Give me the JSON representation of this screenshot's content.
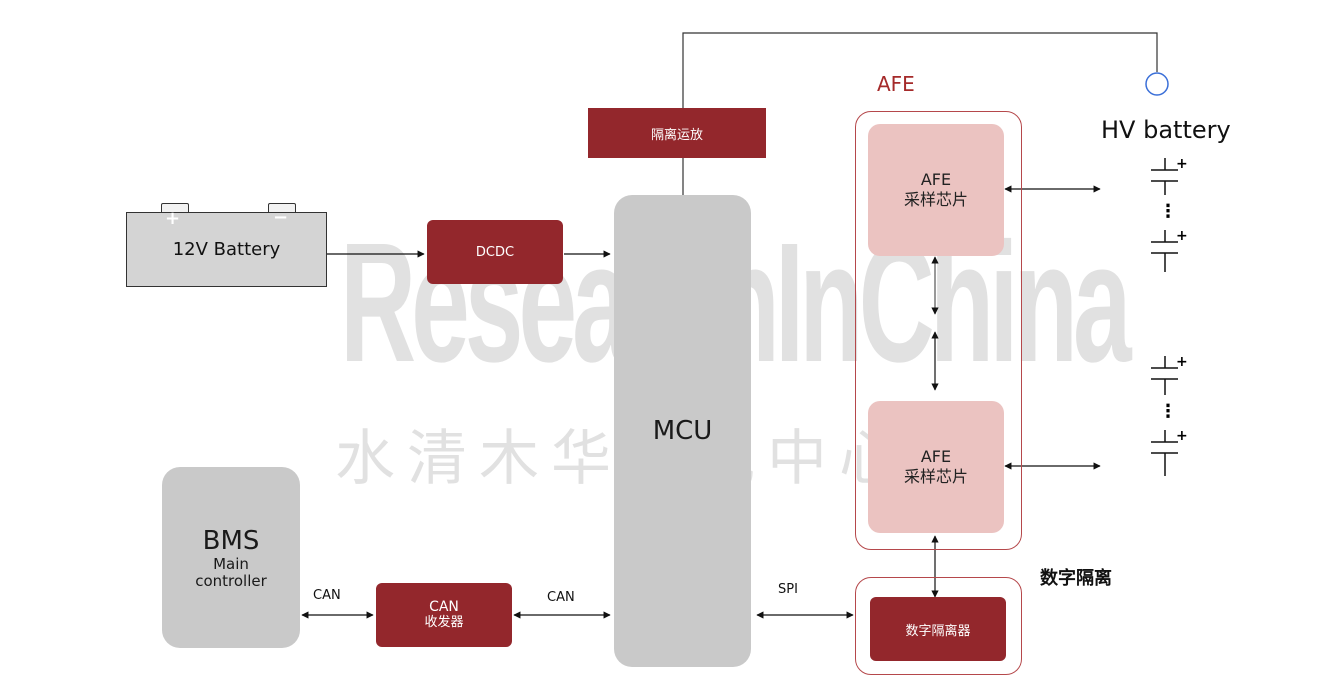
{
  "watermark": {
    "brand": "ResearchInChina",
    "cn": "水清木华研究中心"
  },
  "afe_title": "AFE",
  "hv_battery": "HV battery",
  "digital_isolation_title": "数字隔离",
  "battery_12v": "12V Battery",
  "battery_plus": "+",
  "battery_minus": "−",
  "dcdc": "DCDC",
  "isolation_amp": "隔离运放",
  "mcu": "MCU",
  "bms": {
    "line1": "BMS",
    "line2": "Main",
    "line3": "controller"
  },
  "can_transceiver": {
    "line1": "CAN",
    "line2": "收发器"
  },
  "afe_chips": [
    {
      "line1": "AFE",
      "line2": "采样芯片"
    },
    {
      "line1": "AFE",
      "line2": "采样芯片"
    }
  ],
  "digital_isolator": "数字隔离器",
  "links": {
    "can_left": "CAN",
    "can_right": "CAN",
    "spi": "SPI"
  },
  "cells": {
    "plus": "+",
    "ellipsis": "⋮"
  },
  "colors": {
    "accent_red": "#93272c",
    "afe_red": "#a52a2a",
    "pink": "#ebc3c1",
    "gray": "#c9c9c9",
    "hv_circle": "#3a6fd8"
  }
}
